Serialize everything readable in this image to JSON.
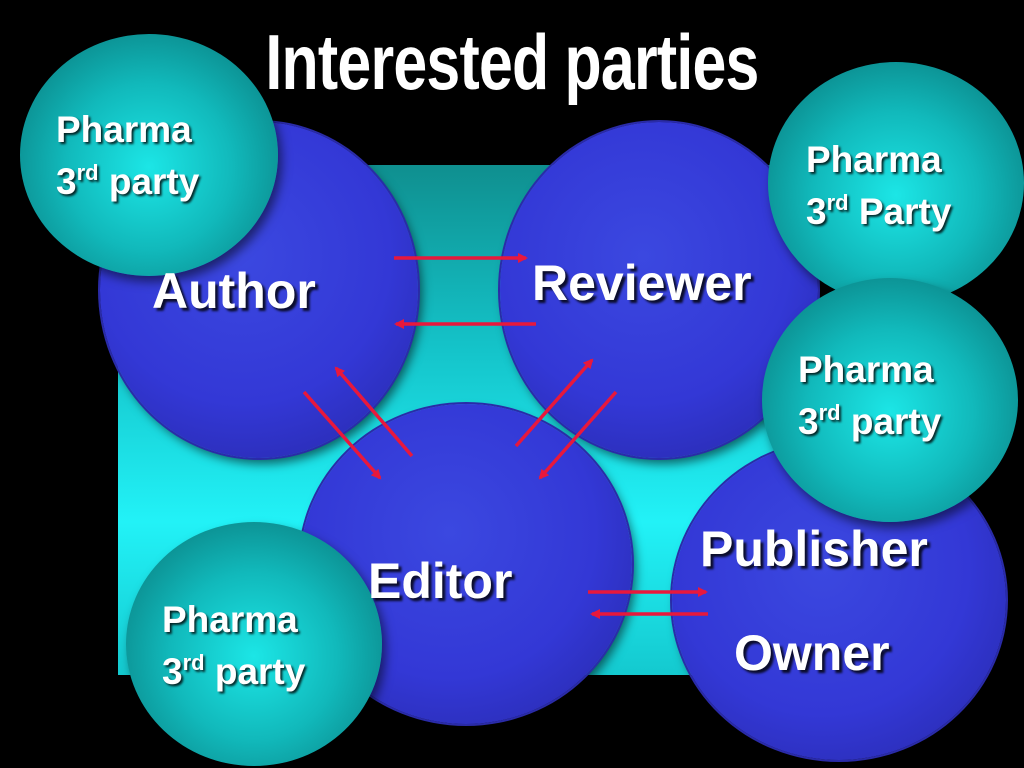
{
  "title": "Interested parties",
  "roles": {
    "author": "Author",
    "reviewer": "Reviewer",
    "editor": "Editor",
    "publisher": "Publisher",
    "owner": "Owner"
  },
  "pharma_nodes": [
    {
      "line1": "Pharma",
      "num": "3",
      "ord": "rd",
      "word": " party"
    },
    {
      "line1": "Pharma",
      "num": "3",
      "ord": "rd",
      "word": " Party"
    },
    {
      "line1": "Pharma",
      "num": "3",
      "ord": "rd",
      "word": " party"
    },
    {
      "line1": "Pharma",
      "num": "3",
      "ord": "rd",
      "word": " party"
    }
  ],
  "colors": {
    "role_circle": "#3338d6",
    "pharma_circle": "#11b9bb",
    "arrow": "#e8183c",
    "backdrop": "#14c2c8"
  }
}
